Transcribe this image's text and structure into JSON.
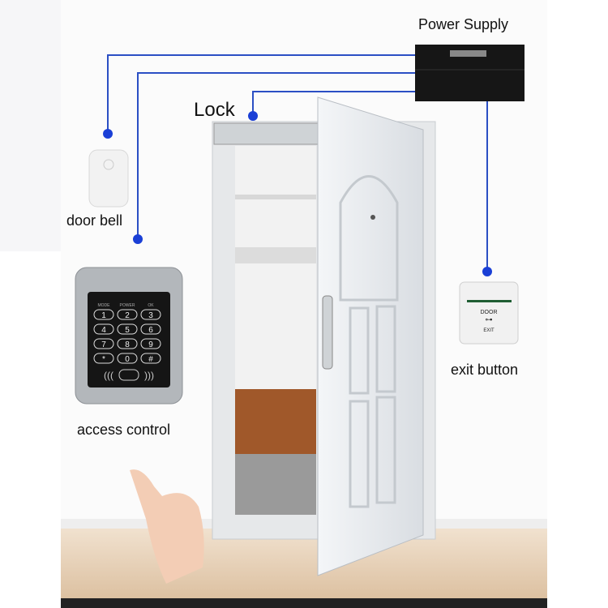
{
  "labels": {
    "power_supply": "Power Supply",
    "lock": "Lock",
    "door_bell": "door bell",
    "access_control": "access control",
    "exit_button": "exit button"
  },
  "keypad": {
    "indicators": [
      "MODE",
      "POWER",
      "OK"
    ],
    "keys": [
      "1",
      "2",
      "3",
      "4",
      "5",
      "6",
      "7",
      "8",
      "9",
      "*",
      "0",
      "#"
    ]
  },
  "exit_plate": {
    "top": "DOOR",
    "bottom": "EXIT"
  },
  "colors": {
    "wire": "#2b4fc4",
    "dot": "#1a3fd6",
    "door": "#e9ecef",
    "floor": "#e8d2b8"
  }
}
